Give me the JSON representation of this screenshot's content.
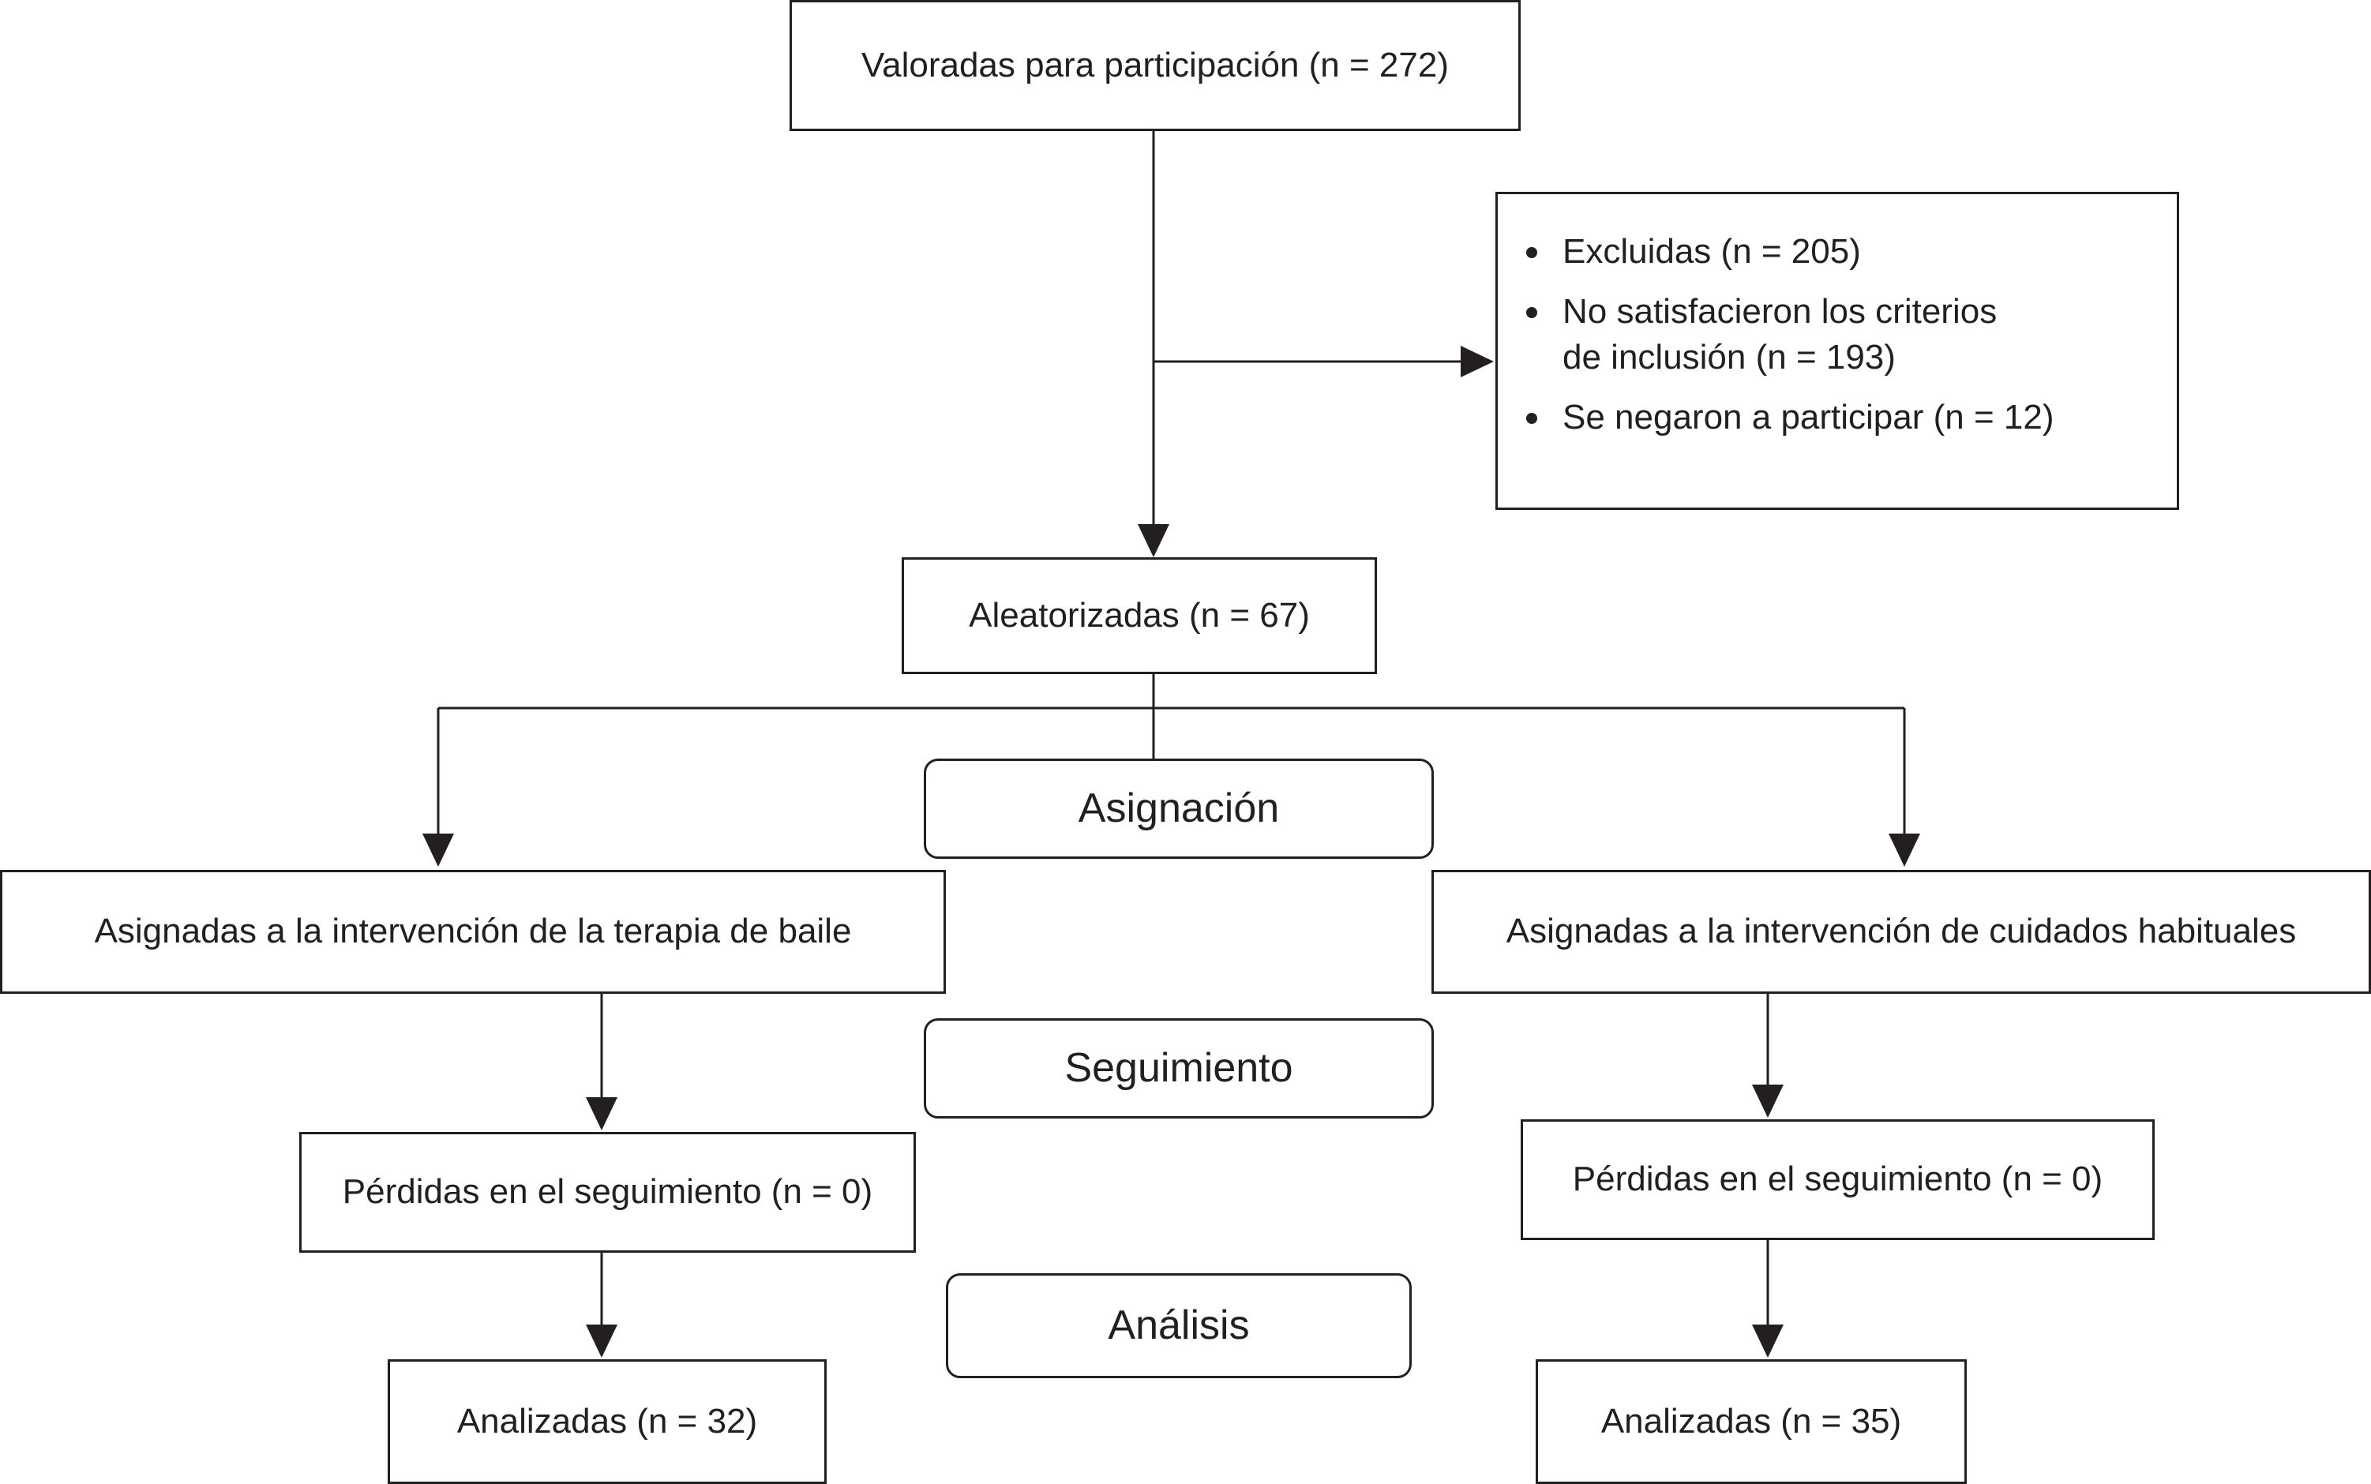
{
  "nodes": {
    "assessed": {
      "label": "Valoradas para participación (n = 272)"
    },
    "excluded": {
      "items": [
        {
          "text": "Excluidas (n = 205)"
        },
        {
          "text": "No satisfacieron los criterios",
          "text2": "de inclusión (n = 193)"
        },
        {
          "text": "Se negaron a participar (n = 12)"
        }
      ]
    },
    "randomized": {
      "label": "Aleatorizadas (n = 67)"
    },
    "allocation_stage": {
      "label": "Asignación"
    },
    "allocated_dance": {
      "label": "Asignadas a la intervención de la terapia de baile"
    },
    "allocated_usual": {
      "label": "Asignadas a la intervención de cuidados habituales"
    },
    "followup_stage": {
      "label": "Seguimiento"
    },
    "lost_dance": {
      "label": "Pérdidas en el seguimiento (n = 0)"
    },
    "lost_usual": {
      "label": "Pérdidas en el seguimiento (n = 0)"
    },
    "analysis_stage": {
      "label": "Análisis"
    },
    "analyzed_dance": {
      "label": "Analizadas (n = 32)"
    },
    "analyzed_usual": {
      "label": "Analizadas (n = 35)"
    }
  },
  "colors": {
    "line": "#231f20",
    "background": "#ffffff"
  }
}
